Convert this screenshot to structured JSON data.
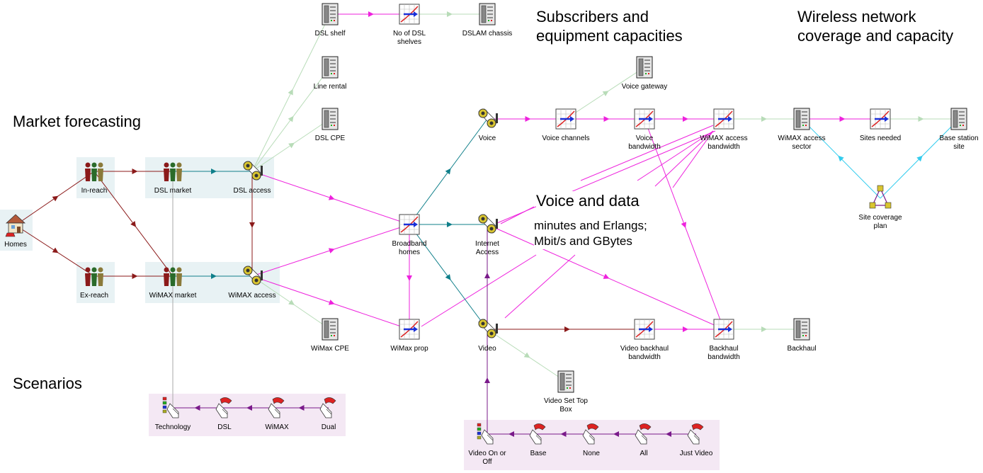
{
  "headings": {
    "market_forecasting": "Market forecasting",
    "subscribers": "Subscribers and\nequipment capacities",
    "wireless": "Wireless network\ncoverage and capacity",
    "scenarios": "Scenarios",
    "voice_data": "Voice and data",
    "voice_data_note": "minutes and Erlangs;\nMbit/s and GBytes"
  },
  "colors": {
    "market_panel": "#e8f2f4",
    "scenario_panel": "#f4e8f4",
    "arrow_darkred": "#8b1a1a",
    "arrow_teal": "#0f7f8a",
    "arrow_magenta": "#ee22dd",
    "arrow_lightgreen": "#b8dcb8",
    "arrow_cyan": "#33ccee",
    "arrow_purple": "#7a1a8a",
    "arrow_grey": "#aaaaaa"
  },
  "nodes": [
    {
      "id": "homes",
      "type": "house-icon",
      "label": [
        "Homes"
      ]
    },
    {
      "id": "in_reach",
      "type": "people-icon",
      "label": [
        "In-reach"
      ]
    },
    {
      "id": "ex_reach",
      "type": "people-icon",
      "label": [
        "Ex-reach"
      ]
    },
    {
      "id": "dsl_market",
      "type": "people-icon",
      "label": [
        "DSL market"
      ]
    },
    {
      "id": "wimax_market",
      "type": "people-icon",
      "label": [
        "WiMAX market"
      ]
    },
    {
      "id": "dsl_access",
      "type": "connector-icon",
      "label": [
        "DSL access"
      ]
    },
    {
      "id": "wimax_access",
      "type": "connector-icon",
      "label": [
        "WiMAX access"
      ]
    },
    {
      "id": "dsl_shelf",
      "type": "cabinet-icon",
      "label": [
        "DSL shelf"
      ]
    },
    {
      "id": "no_dsl_shelves",
      "type": "calc-icon",
      "label": [
        "No of DSL",
        "shelves"
      ]
    },
    {
      "id": "dslam_chassis",
      "type": "cabinet-icon",
      "label": [
        "DSLAM chassis"
      ]
    },
    {
      "id": "line_rental",
      "type": "cabinet-icon",
      "label": [
        "Line rental"
      ]
    },
    {
      "id": "dsl_cpe",
      "type": "cabinet-icon",
      "label": [
        "DSL CPE"
      ]
    },
    {
      "id": "wimax_cpe",
      "type": "cabinet-icon",
      "label": [
        "WiMax CPE"
      ]
    },
    {
      "id": "broadband_homes",
      "type": "calc-icon",
      "label": [
        "Broadband",
        "homes"
      ]
    },
    {
      "id": "wimax_prop",
      "type": "calc-icon",
      "label": [
        "WiMax prop"
      ]
    },
    {
      "id": "voice",
      "type": "connector-icon",
      "label": [
        "Voice"
      ]
    },
    {
      "id": "internet_access",
      "type": "connector-icon",
      "label": [
        "Internet",
        "Access"
      ]
    },
    {
      "id": "video",
      "type": "connector-icon",
      "label": [
        "Video"
      ]
    },
    {
      "id": "voice_gateway",
      "type": "cabinet-icon",
      "label": [
        "Voice gateway"
      ]
    },
    {
      "id": "voice_channels",
      "type": "calc-icon",
      "label": [
        "Voice channels"
      ]
    },
    {
      "id": "voice_bandwidth",
      "type": "calc-icon",
      "label": [
        "Voice",
        "bandwidth"
      ]
    },
    {
      "id": "wimax_access_bandwidth",
      "type": "calc-icon",
      "label": [
        "WiMAX access",
        "bandwidth"
      ]
    },
    {
      "id": "wimax_access_sector",
      "type": "cabinet-icon",
      "label": [
        "WiMAX access",
        "sector"
      ]
    },
    {
      "id": "sites_needed",
      "type": "calc-icon",
      "label": [
        "Sites needed"
      ]
    },
    {
      "id": "base_station_site",
      "type": "cabinet-icon",
      "label": [
        "Base station",
        "site"
      ]
    },
    {
      "id": "site_coverage_plan",
      "type": "plan-icon",
      "label": [
        "Site coverage",
        "plan"
      ]
    },
    {
      "id": "video_backhaul_bandwidth",
      "type": "calc-icon",
      "label": [
        "Video backhaul",
        "bandwidth"
      ]
    },
    {
      "id": "backhaul_bandwidth",
      "type": "calc-icon",
      "label": [
        "Backhaul",
        "bandwidth"
      ]
    },
    {
      "id": "backhaul",
      "type": "cabinet-icon",
      "label": [
        "Backhaul"
      ]
    },
    {
      "id": "video_set_top_box",
      "type": "cabinet-icon",
      "label": [
        "Video Set Top",
        "Box"
      ]
    },
    {
      "id": "technology",
      "type": "selector-icon",
      "label": [
        "Technology"
      ]
    },
    {
      "id": "dsl",
      "type": "button-icon",
      "label": [
        "DSL"
      ]
    },
    {
      "id": "wimax",
      "type": "button-icon",
      "label": [
        "WiMAX"
      ]
    },
    {
      "id": "dual",
      "type": "button-icon",
      "label": [
        "Dual"
      ]
    },
    {
      "id": "video_on_off",
      "type": "selector-icon",
      "label": [
        "Video On or",
        "Off"
      ]
    },
    {
      "id": "base",
      "type": "button-icon",
      "label": [
        "Base"
      ]
    },
    {
      "id": "none",
      "type": "button-icon",
      "label": [
        "None"
      ]
    },
    {
      "id": "all",
      "type": "button-icon",
      "label": [
        "All"
      ]
    },
    {
      "id": "just_video",
      "type": "button-icon",
      "label": [
        "Just Video"
      ]
    }
  ],
  "links": [
    {
      "from": "homes",
      "to": "in_reach",
      "color": "darkred"
    },
    {
      "from": "homes",
      "to": "ex_reach",
      "color": "darkred"
    },
    {
      "from": "in_reach",
      "to": "dsl_market",
      "color": "darkred"
    },
    {
      "from": "in_reach",
      "to": "wimax_market",
      "color": "darkred"
    },
    {
      "from": "ex_reach",
      "to": "wimax_market",
      "color": "darkred"
    },
    {
      "from": "dsl_market",
      "to": "dsl_access",
      "color": "teal"
    },
    {
      "from": "wimax_market",
      "to": "wimax_access",
      "color": "teal"
    },
    {
      "from": "dsl_access",
      "to": "wimax_access",
      "color": "darkred"
    },
    {
      "from": "dsl_access",
      "to": "dsl_shelf",
      "color": "lightgreen"
    },
    {
      "from": "dsl_access",
      "to": "line_rental",
      "color": "lightgreen"
    },
    {
      "from": "dsl_access",
      "to": "dsl_cpe",
      "color": "lightgreen"
    },
    {
      "from": "dsl_shelf",
      "to": "no_dsl_shelves",
      "color": "magenta"
    },
    {
      "from": "no_dsl_shelves",
      "to": "dslam_chassis",
      "color": "lightgreen"
    },
    {
      "from": "dsl_access",
      "to": "broadband_homes",
      "color": "magenta"
    },
    {
      "from": "wimax_access",
      "to": "broadband_homes",
      "color": "magenta"
    },
    {
      "from": "wimax_access",
      "to": "wimax_prop",
      "color": "magenta"
    },
    {
      "from": "wimax_access",
      "to": "wimax_cpe",
      "color": "lightgreen"
    },
    {
      "from": "broadband_homes",
      "to": "wimax_prop",
      "color": "magenta"
    },
    {
      "from": "broadband_homes",
      "to": "voice",
      "color": "teal"
    },
    {
      "from": "broadband_homes",
      "to": "internet_access",
      "color": "teal"
    },
    {
      "from": "broadband_homes",
      "to": "video",
      "color": "teal"
    },
    {
      "from": "voice",
      "to": "voice_channels",
      "color": "magenta"
    },
    {
      "from": "voice_channels",
      "to": "voice_gateway",
      "color": "lightgreen"
    },
    {
      "from": "voice_channels",
      "to": "voice_bandwidth",
      "color": "magenta"
    },
    {
      "from": "voice_bandwidth",
      "to": "wimax_access_bandwidth",
      "color": "magenta"
    },
    {
      "from": "wimax_access_bandwidth",
      "to": "wimax_access_sector",
      "color": "lightgreen"
    },
    {
      "from": "wimax_access_sector",
      "to": "sites_needed",
      "color": "magenta"
    },
    {
      "from": "sites_needed",
      "to": "base_station_site",
      "color": "lightgreen"
    },
    {
      "from": "site_coverage_plan",
      "to": "wimax_access_sector",
      "color": "cyan"
    },
    {
      "from": "site_coverage_plan",
      "to": "base_station_site",
      "color": "cyan"
    },
    {
      "from": "video",
      "to": "video_backhaul_bandwidth",
      "color": "darkred"
    },
    {
      "from": "video_backhaul_bandwidth",
      "to": "backhaul_bandwidth",
      "color": "magenta"
    },
    {
      "from": "backhaul_bandwidth",
      "to": "backhaul",
      "color": "lightgreen"
    },
    {
      "from": "video",
      "to": "video_set_top_box",
      "color": "lightgreen"
    },
    {
      "from": "voice_bandwidth",
      "to": "backhaul_bandwidth",
      "color": "magenta"
    },
    {
      "from": "internet_access",
      "to": "backhaul_bandwidth",
      "color": "magenta"
    },
    {
      "from": "video",
      "to": "internet_access",
      "color": "purple"
    },
    {
      "from": "video_on_off",
      "to": "video",
      "color": "purple"
    },
    {
      "from": "dsl",
      "to": "technology",
      "color": "purple"
    },
    {
      "from": "wimax",
      "to": "dsl",
      "color": "purple"
    },
    {
      "from": "dual",
      "to": "wimax",
      "color": "purple"
    },
    {
      "from": "base",
      "to": "video_on_off",
      "color": "purple"
    },
    {
      "from": "none",
      "to": "base",
      "color": "purple"
    },
    {
      "from": "all",
      "to": "none",
      "color": "purple"
    },
    {
      "from": "just_video",
      "to": "all",
      "color": "purple"
    },
    {
      "from": "technology",
      "to": "dsl_market",
      "color": "grey"
    }
  ]
}
